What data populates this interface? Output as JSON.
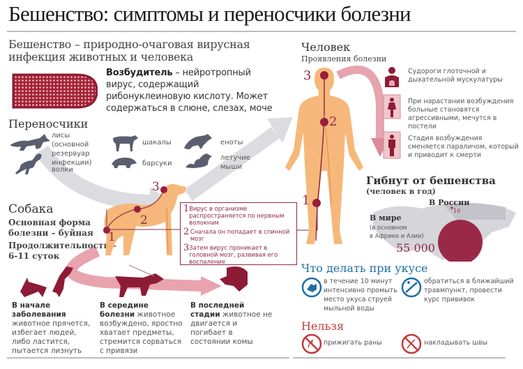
{
  "title": "Бешенство: симптомы и переносчики болезни",
  "intro": {
    "line1": "Бешенство – природно-очаговая вирусная",
    "line2": "инфекция животных и человека"
  },
  "agent": {
    "label": "Возбудитель",
    "text": " – нейротропный вирус, содержащий рибонуклеиновую кислоту. Может содержаться в слюне, слезах, моче"
  },
  "carriers": {
    "title": "Переносчики",
    "items": [
      {
        "icon": "fox-icon",
        "label": "лисы (основной резервуар инфекции)"
      },
      {
        "icon": "wolf-icon",
        "label": "волки"
      },
      {
        "icon": "jackal-icon",
        "label": "шакалы"
      },
      {
        "icon": "badger-icon",
        "label": "барсуки"
      },
      {
        "icon": "raccoon-icon",
        "label": "еноты"
      },
      {
        "icon": "bat-icon",
        "label": "летучие мыши"
      }
    ]
  },
  "dog": {
    "title": "Собака",
    "form_line1": "Основная форма",
    "form_line2": "болезни – буйная",
    "duration_line1": "Продолжительность –",
    "duration_line2": "6-11 суток",
    "markers": [
      "1",
      "2",
      "3"
    ]
  },
  "steps": [
    {
      "num": "1",
      "text": "Вирус в организме распространяется по нервным волокнам"
    },
    {
      "num": "2",
      "text": "Сначала он попадает в спинной мозг"
    },
    {
      "num": "3",
      "text": "Затем вирус проникает в головной мозг, развивая его воспаление"
    }
  ],
  "stages": [
    {
      "bold": "В начале заболевания",
      "text": " животное прячется, избегает людей, либо ластится, пытается лизнуть"
    },
    {
      "bold": "В середине болезни",
      "text": " животное возбуждено, яростно хватает предметы, стремится сорваться с привязи"
    },
    {
      "bold": "В последней стадии",
      "text": " животное не двигается и погибает в состоянии комы"
    }
  ],
  "human": {
    "title": "Человек",
    "subtitle": "Проявления болезни",
    "markers": [
      "1",
      "2",
      "3"
    ],
    "symptoms": [
      {
        "icon": "lungs-icon",
        "text": "Судороги глоточной и дыхательной мускулатуры"
      },
      {
        "icon": "agitated-person-icon",
        "text": "При нарастании возбуждения больные становятся агрессивными, мечутся в постели"
      },
      {
        "icon": "paralyzed-person-icon",
        "text": "Стадия возбуждения сменяется параличом, который и приводит к смерти"
      }
    ]
  },
  "deaths": {
    "title": "Гибнут от бешенства",
    "subtitle": "(человек в год)",
    "russia_label": "В России",
    "russia_value": "10",
    "world_label": "В мире",
    "world_sub_line1": "(в основном",
    "world_sub_line2": "в Африке и Азии)",
    "world_value": "55 000"
  },
  "bite": {
    "title": "Что делать при укусе",
    "actions": [
      {
        "icon": "wash-hands-icon",
        "text": "в течение 10 минут интенсивно промыть место укуса струей мыльной воды"
      },
      {
        "icon": "syringe-icon",
        "text": "обратиться в ближайший травмпункт, провести курс прививок"
      }
    ]
  },
  "forbidden": {
    "title": "Нельзя",
    "items": [
      {
        "icon": "no-cauterize-icon",
        "text": "прижигать раны"
      },
      {
        "icon": "no-stitches-icon",
        "text": "накладывать швы"
      }
    ]
  },
  "colors": {
    "accent": "#8e2a47",
    "skin": "#f6b87a",
    "blue": "#1f6fa6",
    "red": "#c43b3b",
    "grey_arrow": "#d9d9de",
    "silhouette": "#5b5e6e"
  }
}
